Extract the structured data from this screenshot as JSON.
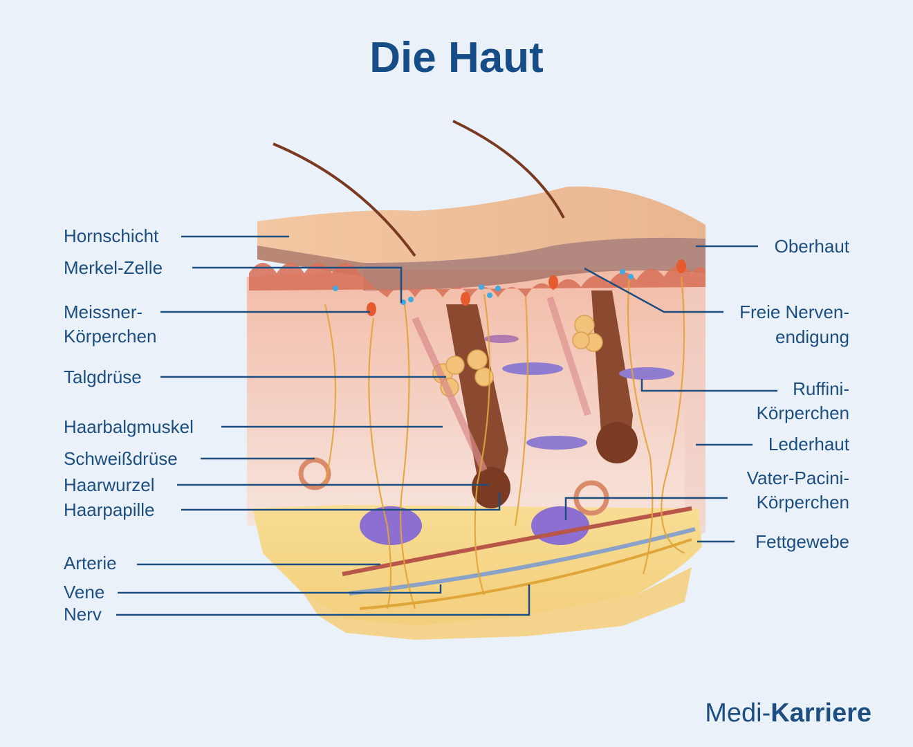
{
  "title": "Die Haut",
  "labels_left": [
    {
      "id": "hornschicht",
      "lines": [
        "Hornschicht"
      ]
    },
    {
      "id": "merkel",
      "lines": [
        "Merkel-Zelle"
      ]
    },
    {
      "id": "meissner",
      "lines": [
        "Meissner-",
        "Körperchen"
      ]
    },
    {
      "id": "talgdruese",
      "lines": [
        "Talgdrüse"
      ]
    },
    {
      "id": "haarbalgmuskel",
      "lines": [
        "Haarbalgmuskel"
      ]
    },
    {
      "id": "schweissdruese",
      "lines": [
        "Schweißdrüse"
      ]
    },
    {
      "id": "haarwurzel",
      "lines": [
        "Haarwurzel"
      ]
    },
    {
      "id": "haarpapille",
      "lines": [
        "Haarpapille"
      ]
    },
    {
      "id": "arterie",
      "lines": [
        "Arterie"
      ]
    },
    {
      "id": "vene",
      "lines": [
        "Vene"
      ]
    },
    {
      "id": "nerv",
      "lines": [
        "Nerv"
      ]
    }
  ],
  "labels_right": [
    {
      "id": "oberhaut",
      "lines": [
        "Oberhaut"
      ]
    },
    {
      "id": "freie-nerven",
      "lines": [
        "Freie Nerven-",
        "endigung"
      ]
    },
    {
      "id": "ruffini",
      "lines": [
        "Ruffini-",
        "Körperchen"
      ]
    },
    {
      "id": "lederhaut",
      "lines": [
        "Lederhaut"
      ]
    },
    {
      "id": "vater-pacini",
      "lines": [
        "Vater-Pacini-",
        "Körperchen"
      ]
    },
    {
      "id": "fettgewebe",
      "lines": [
        "Fettgewebe"
      ]
    }
  ],
  "brand": {
    "prefix": "Medi-",
    "bold": "Karriere"
  },
  "colors": {
    "text": "#1d4e80",
    "background": "#eaf1f9",
    "leader": "#1d4e80"
  }
}
